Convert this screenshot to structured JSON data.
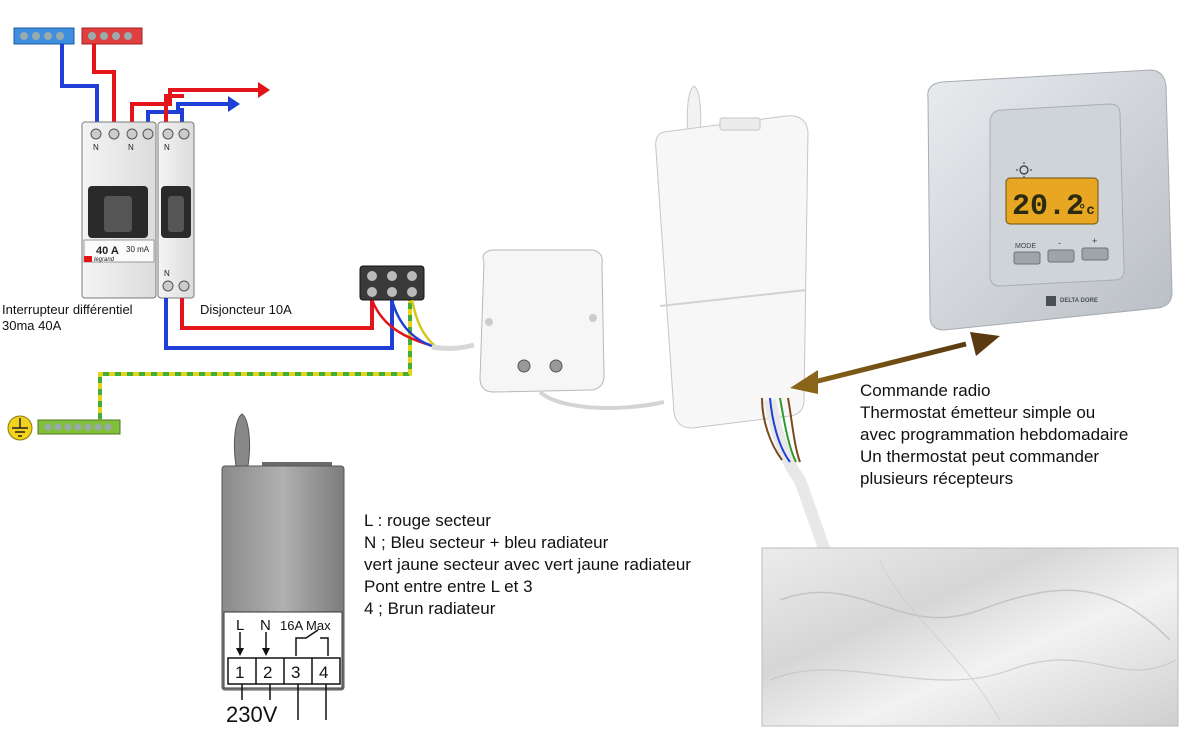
{
  "breaker_labels": {
    "rcd": [
      "Interrupteur différentiel",
      "30ma 40A"
    ],
    "mcb": "Disjoncteur 10A",
    "rcd_rating": "40 A",
    "rcd_sensitivity": "30 mA",
    "brand": "legrand",
    "neutral": "N"
  },
  "radio_info": [
    "Commande radio",
    "Thermostat émetteur simple ou",
    "avec programmation hebdomadaire",
    "Un thermostat peut commander",
    "plusieurs récepteurs"
  ],
  "wiring_notes": [
    "L : rouge secteur",
    "N ; Bleu secteur + bleu radiateur",
    "vert jaune secteur avec vert jaune radiateur",
    "Pont entre entre L et 3",
    "4 ; Brun radiateur"
  ],
  "receiver_terminals": {
    "L": "L",
    "N": "N",
    "rating": "16A Max",
    "t1": "1",
    "t2": "2",
    "t3": "3",
    "t4": "4",
    "voltage": "230V"
  },
  "thermostat": {
    "display": "20.2",
    "unit": "°c",
    "mode": "MODE",
    "minus": "-",
    "plus": "+",
    "brand": "DELTA DORE"
  },
  "colors": {
    "phase": "#e3151b",
    "neutral": "#1f3fd6",
    "earth_green": "#3fae3a",
    "earth_yellow": "#e7d21a",
    "lcd": "#e7a722"
  }
}
